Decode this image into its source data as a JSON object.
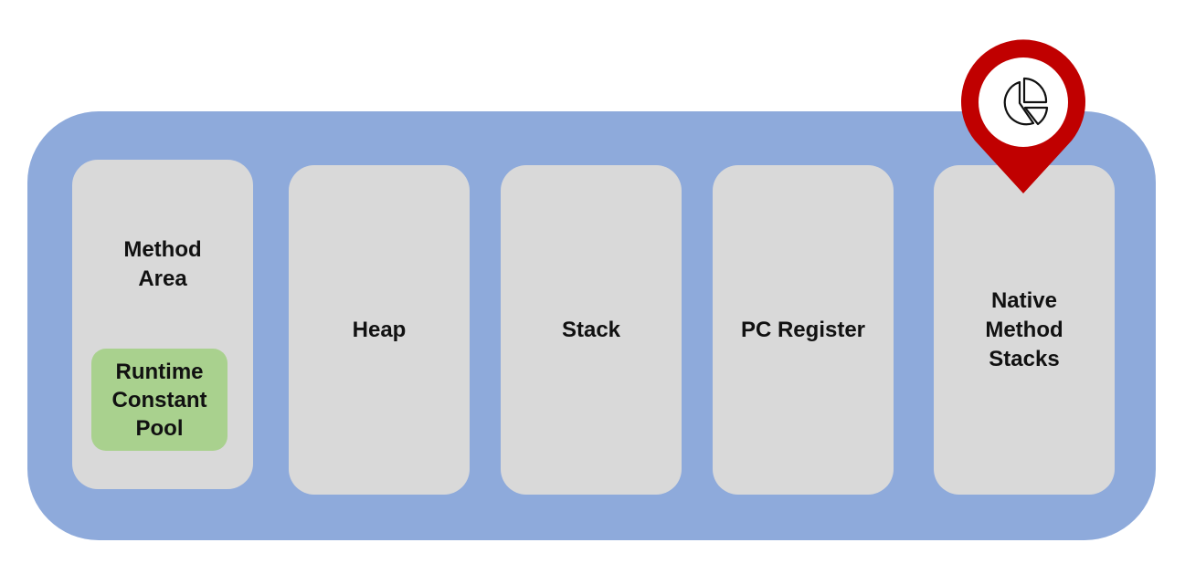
{
  "diagram": {
    "method_area": {
      "label": "Method\nArea",
      "runtime_constant_pool": "Runtime\nConstant\nPool"
    },
    "heap": "Heap",
    "stack": "Stack",
    "pc_register": "PC Register",
    "native_method_stacks": "Native\nMethod\nStacks",
    "marker_icon": "pie-chart-icon"
  },
  "colors": {
    "container": "#8eaadb",
    "block": "#d9d9d9",
    "pool": "#a9d18e",
    "marker": "#c00000"
  }
}
